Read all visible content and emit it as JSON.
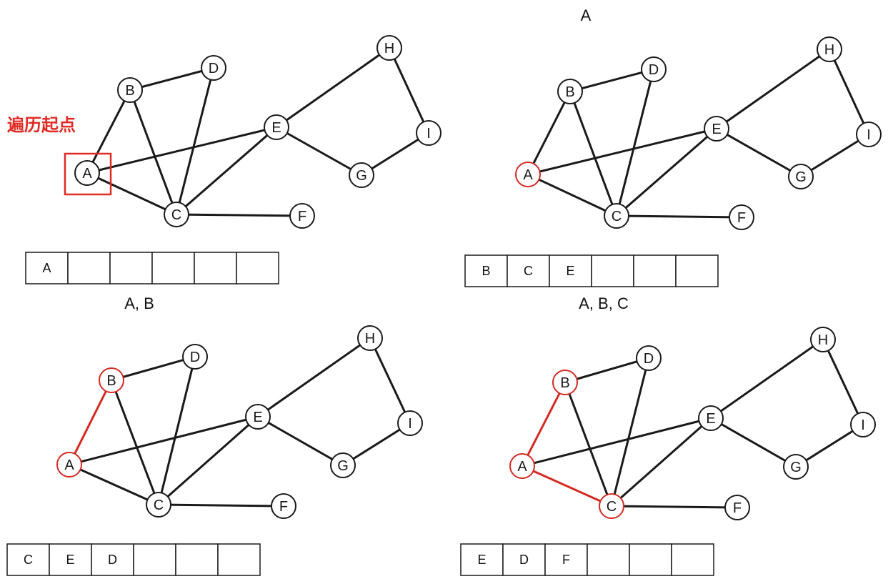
{
  "start_label": "遍历起点",
  "nodes": [
    "A",
    "B",
    "C",
    "D",
    "E",
    "F",
    "G",
    "H",
    "I"
  ],
  "edges": [
    [
      "A",
      "B"
    ],
    [
      "A",
      "C"
    ],
    [
      "A",
      "E"
    ],
    [
      "B",
      "D"
    ],
    [
      "B",
      "C"
    ],
    [
      "D",
      "C"
    ],
    [
      "C",
      "E"
    ],
    [
      "C",
      "F"
    ],
    [
      "E",
      "H"
    ],
    [
      "E",
      "G"
    ],
    [
      "H",
      "I"
    ],
    [
      "I",
      "G"
    ]
  ],
  "panels": [
    {
      "visited_text": "",
      "visited_nodes": [],
      "visited_edges": [],
      "queue": [
        "A",
        "",
        "",
        "",
        "",
        ""
      ]
    },
    {
      "visited_text": "A",
      "visited_nodes": [
        "A"
      ],
      "visited_edges": [],
      "queue": [
        "B",
        "C",
        "E",
        "",
        "",
        ""
      ]
    },
    {
      "visited_text": "A, B",
      "visited_nodes": [
        "A",
        "B"
      ],
      "visited_edges": [
        [
          "A",
          "B"
        ]
      ],
      "queue": [
        "C",
        "E",
        "D",
        "",
        "",
        ""
      ]
    },
    {
      "visited_text": "A, B, C",
      "visited_nodes": [
        "A",
        "B",
        "C"
      ],
      "visited_edges": [
        [
          "A",
          "B"
        ],
        [
          "A",
          "C"
        ]
      ],
      "queue": [
        "E",
        "D",
        "F",
        "",
        "",
        ""
      ]
    }
  ],
  "colors": {
    "visited": "#d42a24",
    "start_marker": "#e02a24",
    "edge": "#1a1a1a"
  }
}
